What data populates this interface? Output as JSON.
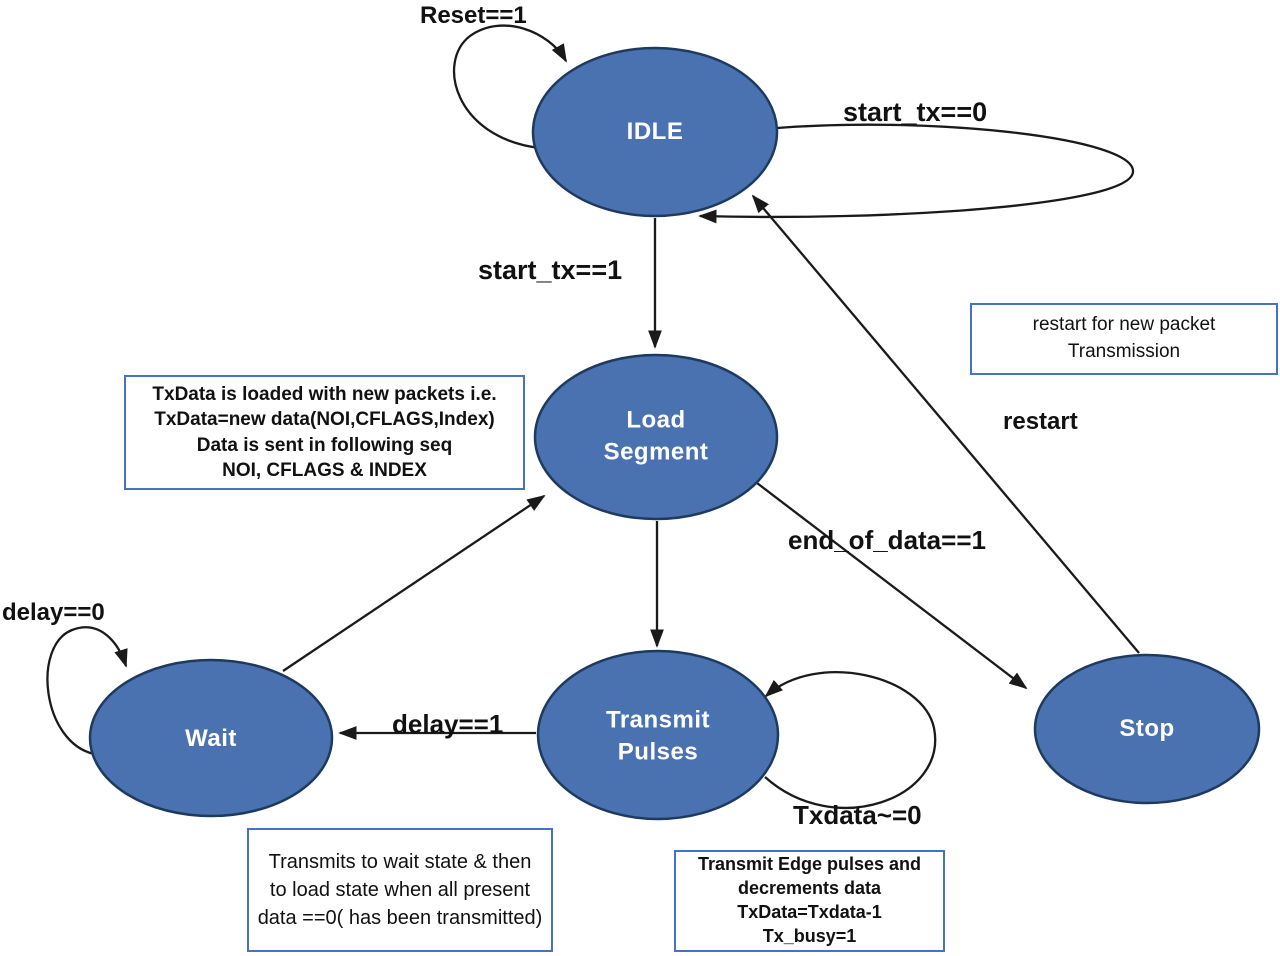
{
  "diagram": {
    "type": "state-machine",
    "states": [
      {
        "id": "idle",
        "label": "IDLE"
      },
      {
        "id": "load",
        "label": "Load\nSegment"
      },
      {
        "id": "transmit",
        "label": "Transmit\nPulses"
      },
      {
        "id": "wait",
        "label": "Wait"
      },
      {
        "id": "stop",
        "label": "Stop"
      }
    ],
    "transitions": [
      {
        "from": "idle",
        "to": "idle",
        "label": "Reset==1"
      },
      {
        "from": "idle",
        "to": "idle",
        "label": "start_tx==0"
      },
      {
        "from": "idle",
        "to": "load",
        "label": "start_tx==1"
      },
      {
        "from": "load",
        "to": "transmit",
        "label": ""
      },
      {
        "from": "wait",
        "to": "load",
        "label": ""
      },
      {
        "from": "transmit",
        "to": "wait",
        "label": "delay==1"
      },
      {
        "from": "wait",
        "to": "wait",
        "label": "delay==0"
      },
      {
        "from": "transmit",
        "to": "transmit",
        "label": "Txdata~=0"
      },
      {
        "from": "load",
        "to": "stop",
        "label": "end_of_data==1"
      },
      {
        "from": "stop",
        "to": "idle",
        "label": "restart"
      }
    ],
    "notes": [
      {
        "id": "load-note",
        "text": "TxData is loaded with new packets i.e.\nTxData=new data(NOI,CFLAGS,Index)\nData is sent in following seq\nNOI, CFLAGS & INDEX"
      },
      {
        "id": "restart-note",
        "text": "restart for new packet\nTransmission"
      },
      {
        "id": "wait-note",
        "text": "Transmits to wait state & then\nto load state when all present\ndata ==0( has been transmitted)"
      },
      {
        "id": "transmit-note",
        "text": "Transmit Edge pulses and\ndecrements data\nTxData=Txdata-1\nTx_busy=1"
      }
    ]
  },
  "colors": {
    "state_fill": "#4a72b0",
    "state_stroke": "#1e3a5f",
    "note_border": "#4472c4",
    "line": "#1a1a1a",
    "state_text": "#ffffff",
    "label_text": "#111111"
  }
}
